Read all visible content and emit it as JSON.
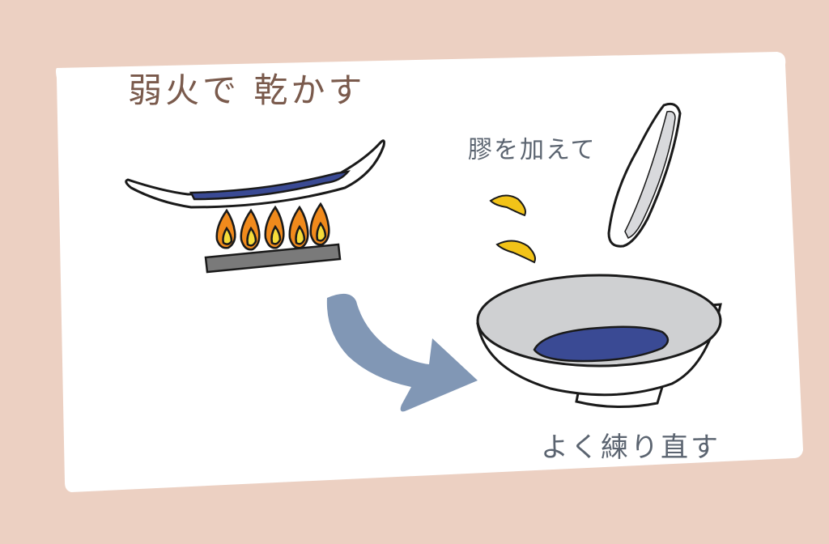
{
  "steps": {
    "dry_label": "弱火で 乾かす",
    "add_glue_label": "膠を加えて",
    "knead_label": "よく練り直す"
  },
  "colors": {
    "background": "#ecd0c2",
    "paper": "#ffffff",
    "ink": "#1a1a1a",
    "pigment": "#3a4a94",
    "flame_outer": "#f08a1c",
    "flame_inner": "#f6dc3a",
    "glue": "#f2c318",
    "burner": "#7a7a7a",
    "arrow": "#8197b5",
    "bowl_inner": "#cfd0d2",
    "spatula": "#d8d9dc"
  },
  "icons": [
    "dish-icon",
    "flame-icon",
    "burner-icon",
    "arrow-icon",
    "glue-drop-icon",
    "spatula-icon",
    "bowl-icon"
  ]
}
